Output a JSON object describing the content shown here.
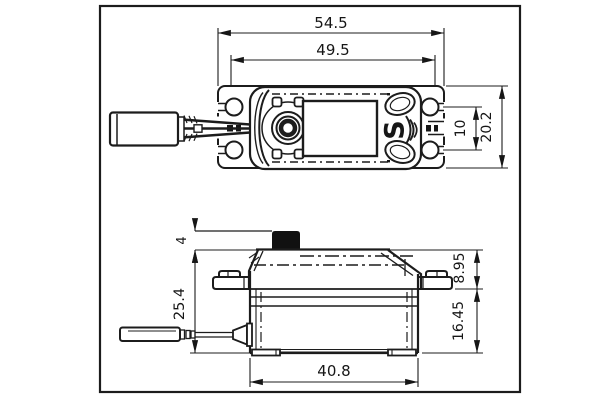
{
  "colors": {
    "line": "#1c1c1c",
    "background": "#ffffff",
    "shaft_fill": "#111111"
  },
  "logo": {
    "text": "S"
  },
  "top_view": {
    "dim_overall_width": "54.5",
    "dim_inner_width": "49.5",
    "dim_hole_spacing": "10",
    "dim_overall_height": "20.2"
  },
  "side_view": {
    "dim_shaft_height": "4",
    "dim_total_height": "25.4",
    "dim_upper_height": "8.95",
    "dim_lower_height": "16.45",
    "dim_body_length": "40.8"
  }
}
